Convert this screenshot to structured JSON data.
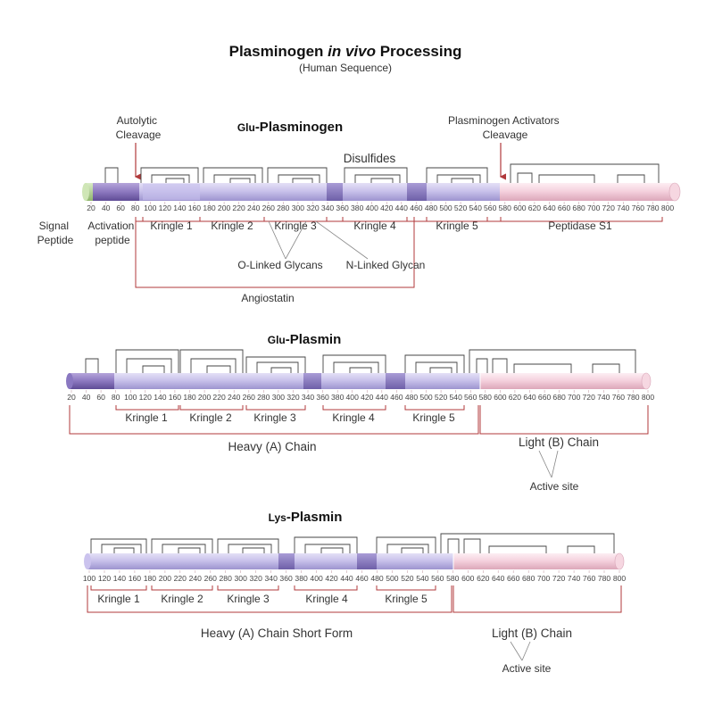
{
  "title": {
    "part1": "Plasminogen ",
    "part2": "in vivo",
    "part3": " Processing"
  },
  "subtitle": "(Human Sequence)",
  "glu_plasminogen": {
    "prefix": "Glu",
    "name": "-Plasminogen",
    "autolytic": [
      "Autolytic",
      "Cleavage"
    ],
    "activators": [
      "Plasminogen Activators",
      "Cleavage"
    ],
    "disulfides": "Disulfides",
    "ticks": [
      "20",
      "40",
      "60",
      "80",
      "100",
      "120",
      "140",
      "160",
      "180",
      "200",
      "220",
      "240",
      "260",
      "280",
      "300",
      "320",
      "340",
      "360",
      "380",
      "400",
      "420",
      "440",
      "460",
      "480",
      "500",
      "520",
      "540",
      "560",
      "580",
      "600",
      "620",
      "640",
      "660",
      "680",
      "700",
      "720",
      "740",
      "760",
      "780",
      "800"
    ],
    "signal": [
      "Signal",
      "Peptide"
    ],
    "activation": [
      "Activation",
      "peptide"
    ],
    "kringles": [
      "Kringle 1",
      "Kringle 2",
      "Kringle 3",
      "Kringle 4",
      "Kringle 5"
    ],
    "peptidase": "Peptidase S1",
    "o_linked": "O-Linked Glycans",
    "n_linked": "N-Linked Glycan",
    "angiostatin": "Angiostatin"
  },
  "glu_plasmin": {
    "prefix": "Glu",
    "name": "-Plasmin",
    "ticks": [
      "20",
      "40",
      "60",
      "80",
      "100",
      "120",
      "140",
      "160",
      "180",
      "200",
      "220",
      "240",
      "260",
      "280",
      "300",
      "320",
      "340",
      "360",
      "380",
      "400",
      "420",
      "440",
      "460",
      "480",
      "500",
      "520",
      "540",
      "560",
      "580",
      "600",
      "620",
      "640",
      "660",
      "680",
      "700",
      "720",
      "740",
      "760",
      "780",
      "800"
    ],
    "kringles": [
      "Kringle 1",
      "Kringle 2",
      "Kringle 3",
      "Kringle 4",
      "Kringle 5"
    ],
    "heavy": "Heavy (A) Chain",
    "light": "Light (B) Chain",
    "active": "Active site"
  },
  "lys_plasmin": {
    "prefix": "Lys",
    "name": "-Plasmin",
    "ticks": [
      "100",
      "120",
      "140",
      "160",
      "180",
      "200",
      "220",
      "240",
      "260",
      "280",
      "300",
      "320",
      "340",
      "360",
      "380",
      "400",
      "420",
      "440",
      "460",
      "480",
      "500",
      "520",
      "540",
      "560",
      "580",
      "600",
      "620",
      "640",
      "660",
      "680",
      "700",
      "720",
      "740",
      "760",
      "780",
      "800"
    ],
    "kringles": [
      "Kringle 1",
      "Kringle 2",
      "Kringle 3",
      "Kringle 4",
      "Kringle 5"
    ],
    "heavy": "Heavy (A) Chain Short Form",
    "light": "Light (B) Chain",
    "active": "Active site"
  },
  "colors": {
    "heavy_chain": "#b7b0df",
    "light_chain": "#f3cbd8",
    "signal": "#a9c98b",
    "activation": "#8a74b8",
    "bracket": "#b0393b"
  }
}
